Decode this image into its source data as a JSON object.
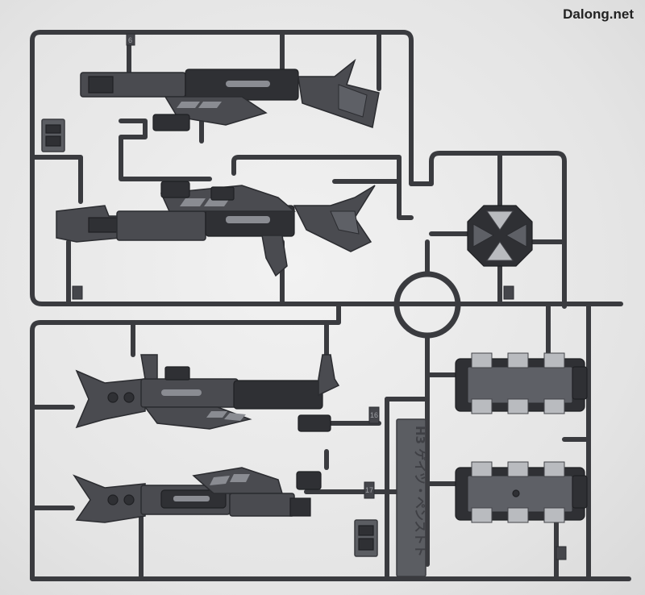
{
  "watermark": "Dalong.net",
  "tab_labels": {
    "tab_6": "6",
    "tab_16": "16",
    "tab_17": "17"
  },
  "plate_text": "H3 ゲイツ・ペンストト"
}
